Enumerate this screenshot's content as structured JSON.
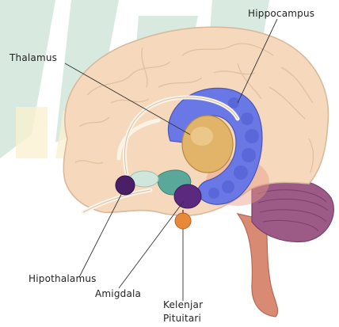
{
  "labels": {
    "hippocampus": "Hippocampus",
    "thalamus": "Thalamus",
    "hipothalamus": "Hipothalamus",
    "amigdala": "Amigdala",
    "kelenjar_line1": "Kelenjar",
    "kelenjar_line2": "Pituitari"
  },
  "colors": {
    "brain": "#f6d9bd",
    "brain_outline": "#d9b99a",
    "thalamus": "#e2b46a",
    "hippocampus": "#6a78e6",
    "amygdala": "#5b2a7e",
    "pituitary": "#e7883a",
    "hypothalamus": "#5aa89a",
    "cerebellum": "#9c5a86",
    "brainstem": "#d98a72",
    "watermark": "#2f8c5b"
  }
}
